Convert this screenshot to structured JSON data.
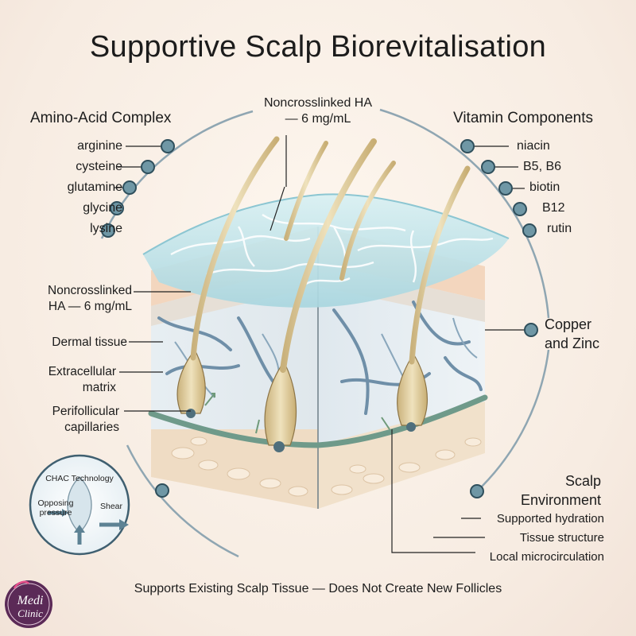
{
  "title": "Supportive Scalp Biorevitalisation",
  "top_label": {
    "line1": "Noncrosslinked HA",
    "line2": "— 6 mg/mL"
  },
  "amino": {
    "heading": "Amino-Acid Complex",
    "items": [
      "arginine",
      "cysteine",
      "glutamine",
      "glycine",
      "lysine"
    ]
  },
  "vitamins": {
    "heading": "Vitamin Components",
    "items": [
      "niacin",
      "B5, B6",
      "biotin",
      "B12",
      "rutin"
    ]
  },
  "copper": {
    "line1": "Copper",
    "line2": "and Zinc"
  },
  "layers": {
    "ha_line1": "Noncrosslinked",
    "ha_line2": "HA — 6 mg/mL",
    "dermal": "Dermal tissue",
    "ecm_line1": "Extracellular",
    "ecm_line2": "matrix",
    "capillaries_line1": "Perifollicular",
    "capillaries_line2": "capillaries"
  },
  "chac": {
    "title": "CHAC Technology",
    "left1": "Opposing",
    "left2": "pressure",
    "right": "Shear"
  },
  "environment": {
    "heading1": "Scalp",
    "heading2": "Environment",
    "items": [
      "Supported hydration",
      "Tissue structure",
      "Local microcirculation"
    ]
  },
  "footer": "Supports Existing Scalp Tissue — Does Not Create New Follicles",
  "logo": {
    "line1": "Medi",
    "line2": "Clinic"
  },
  "colors": {
    "node": "#6f97a5",
    "node_stroke": "#2f4f5c",
    "ring": "#8aa3b0",
    "ha_gel": "#bfe3ea",
    "follicle": "#e8d7a8"
  }
}
